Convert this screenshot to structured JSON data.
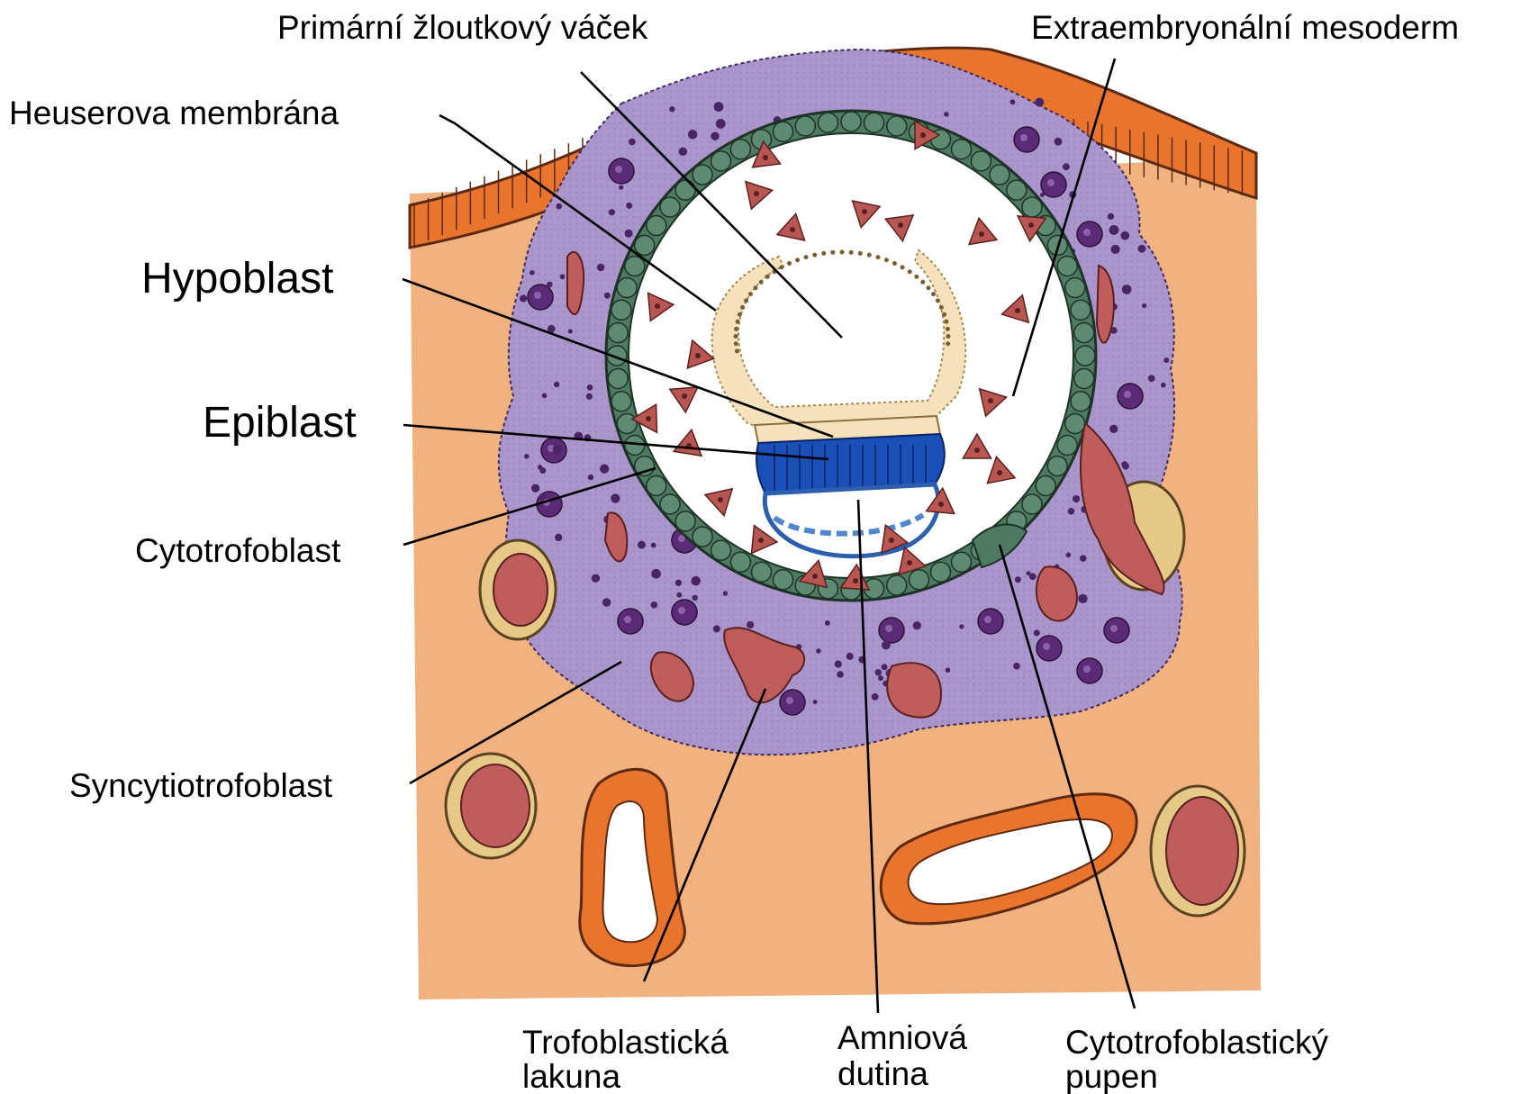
{
  "labels": {
    "primary_yolk_sac": "Primární žloutkový váček",
    "extraembryonic_mesoderm": "Extraembryonální mesoderm",
    "heuser_membrane": "Heuserova membrána",
    "hypoblast": "Hypoblast",
    "epiblast": "Epiblast",
    "cytotrophoblast": "Cytotrofoblast",
    "syncytiotrophoblast": "Syncytiotrofoblast",
    "trophoblastic_lacuna_1": "Trofoblastická",
    "trophoblastic_lacuna_2": "lakuna",
    "amniotic_cavity_1": "Amniová",
    "amniotic_cavity_2": "dutina",
    "cytotrophoblastic_bud_1": "Cytotrofoblastický",
    "cytotrophoblastic_bud_2": "pupen"
  },
  "colors": {
    "endometrium_stroma": "#f1b27f",
    "epithelium": "#e8742e",
    "syncytiotrophoblast": "#ab96cc",
    "cytotrophoblast": "#4f7a62",
    "hypoblast": "#f5e2bd",
    "epiblast": "#1a4fb8",
    "amnion": "#4f86cc",
    "vessel_blood": "#bf5c5c",
    "vessel_wall": "#e6c987",
    "mesoderm_cell": "#b85752",
    "nucleus": "#5b2b78"
  }
}
